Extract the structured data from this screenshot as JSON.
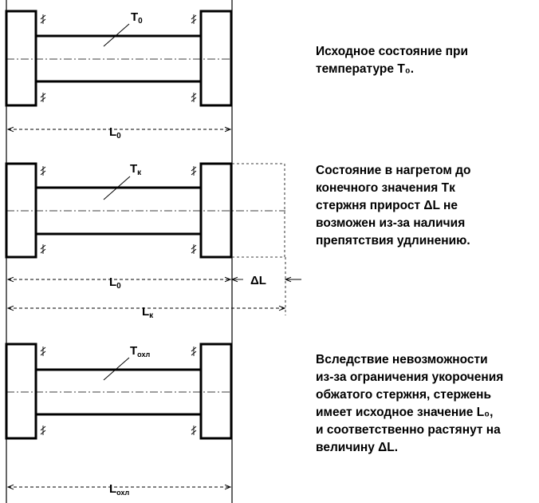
{
  "states": [
    {
      "temp_main": "T",
      "temp_sub": "0",
      "length_labels": [
        {
          "main": "L",
          "sub": "0"
        }
      ],
      "description": [
        "Исходное состояние при",
        "температуре T₀."
      ]
    },
    {
      "temp_main": "T",
      "temp_sub": "к",
      "length_labels": [
        {
          "main": "L",
          "sub": "0"
        },
        {
          "main": "ΔL",
          "sub": ""
        },
        {
          "main": "L",
          "sub": "к"
        }
      ],
      "description": [
        "Состояние в нагретом до",
        "конечного значения Tк",
        "стержня прирост ΔL не",
        "возможен из-за наличия",
        "препятствия удлинению."
      ]
    },
    {
      "temp_main": "T",
      "temp_sub": "охл",
      "length_labels": [
        {
          "main": "L",
          "sub": "охл"
        }
      ],
      "description": [
        "Вследствие невозможности",
        "из-за ограничения укорочения",
        "обжатого стержня, стержень",
        "имеет исходное значение L₀,",
        "и соответственно растянут на",
        "величину ΔL."
      ]
    }
  ]
}
